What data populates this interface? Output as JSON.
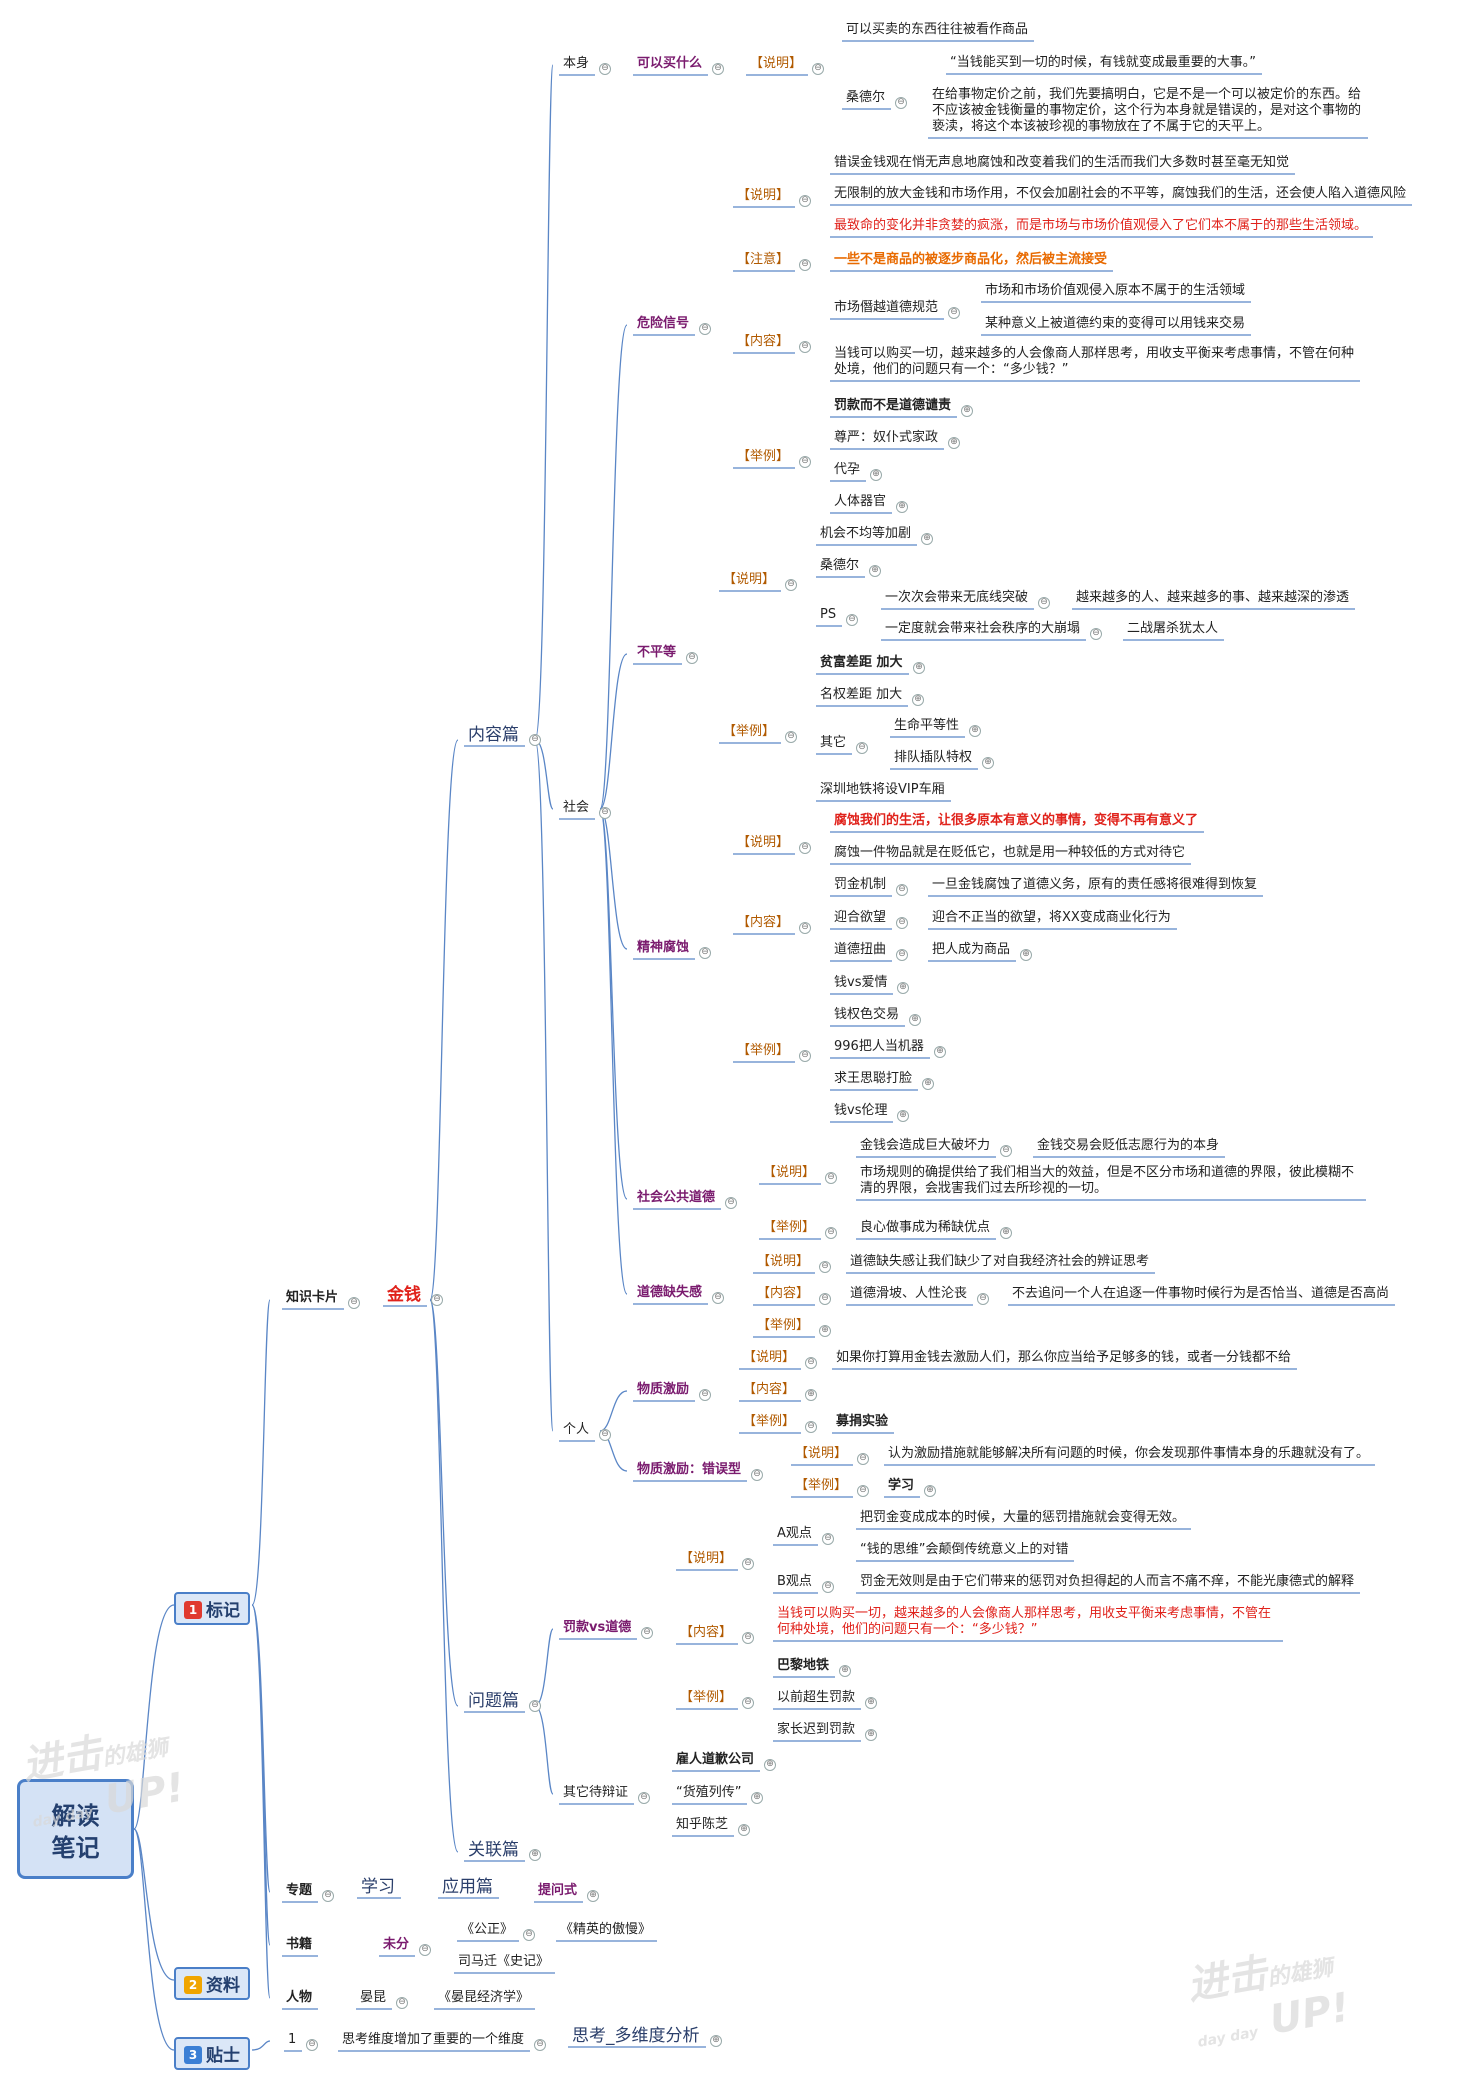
{
  "root": {
    "line1": "解读",
    "line2": "笔记"
  },
  "sections": {
    "s1": {
      "num": "1",
      "label": "标记"
    },
    "s2": {
      "num": "2",
      "label": "资料"
    },
    "s3": {
      "num": "3",
      "label": "贴士"
    }
  },
  "watermark": {
    "a": "进击",
    "b": "的雄狮",
    "c": "day day",
    "d": "UP!"
  },
  "markers": {
    "minus": "⊖",
    "plus": "⊕"
  },
  "labels": {
    "zskp": "知识卡片",
    "jinqian": "金钱",
    "nrp": "内容篇",
    "wtp": "问题篇",
    "glp": "关联篇",
    "zhuanti": "专题",
    "xuexi": "学习",
    "yyp": "应用篇",
    "twshi": "提问式",
    "shuji": "书籍",
    "weifen": "未分",
    "gongzheng": "《公正》",
    "jingying": "《精英的傲慢》",
    "simaqian": "司马迁《史记》",
    "renwu": "人物",
    "yankun": "晏昆",
    "yankunjj": "《晏昆经济学》",
    "tip_no": "1",
    "tip_text": "思考维度增加了重要的一个维度",
    "tip_link": "思考_多维度分析",
    "benshen": "本身",
    "kyms": "可以买什么",
    "sm": "【说明】",
    "zy": "【注意】",
    "nr": "【内容】",
    "jl": "【举例】",
    "b1": "可以买卖的东西往往被看作商品",
    "sde": "桑德尔",
    "b2": "“当钱能买到一切的时候，有钱就变成最重要的大事。”",
    "b3": "在给事物定价之前，我们先要搞明白，它是不是一个可以被定价的东西。给不应该被金钱衡量的事物定价，这个行为本身就是错误的，是对这个事物的亵渎，将这个本该被珍视的事物放在了不属于它的天平上。",
    "shehui": "社会",
    "wxxh": "危险信号",
    "w1": "错误金钱观在悄无声息地腐蚀和改变着我们的生活而我们大多数时甚至毫无知觉",
    "w2": "无限制的放大金钱和市场作用，不仅会加剧社会的不平等，腐蚀我们的生活，还会使人陷入道德风险",
    "w3": "最致命的变化并非贪婪的疯涨，而是市场与市场价值观侵入了它们本不属于的那些生活领域。",
    "w4": "一些不是商品的被逐步商品化，然后被主流接受",
    "scqsdd": "市场僭越道德规范",
    "w5": "市场和市场价值观侵入原本不属于的生活领域",
    "w6": "某种意义上被道德约束的变得可以用钱来交易",
    "w7": "当钱可以购买一切，越来越多的人会像商人那样思考，用收支平衡来考虑事情，不管在何种处境，他们的问题只有一个：“多少钱？”",
    "e1": "罚款而不是道德谴责",
    "e2": "尊严：奴仆式家政",
    "e3": "代孕",
    "e4": "人体器官",
    "bpd": "不平等",
    "i1": "机会不均等加剧",
    "ps": "PS",
    "i2": "一次次会带来无底线突破",
    "i3": "越来越多的人、越来越多的事、越来越深的渗透",
    "i4": "一定度就会带来社会秩序的大崩塌",
    "i5": "二战屠杀犹太人",
    "i6": "贫富差距 加大",
    "i7": "名权差距 加大",
    "qita": "其它",
    "i8": "生命平等性",
    "i9": "排队插队特权",
    "i10": "深圳地铁将设VIP车厢",
    "jsfs": "精神腐蚀",
    "f1": "腐蚀我们的生活，让很多原本有意义的事情，变得不再有意义了",
    "f2": "腐蚀一件物品就是在贬低它，也就是用一种较低的方式对待它",
    "fkjz": "罚金机制",
    "f3": "一旦金钱腐蚀了道德义务，原有的责任感将很难得到恢复",
    "yhyw": "迎合欲望",
    "f4": "迎合不正当的欲望，将XX变成商业化行为",
    "ddnq": "道德扭曲",
    "f5": "把人成为商品",
    "f6": "钱vs爱情",
    "f7": "钱权色交易",
    "f8": "996把人当机器",
    "f9": "求王思聪打脸",
    "f10": "钱vs伦理",
    "shggdd": "社会公共道德",
    "g1": "金钱会造成巨大破坏力",
    "g2": "金钱交易会贬低志愿行为的本身",
    "g3": "市场规则的确提供给了我们相当大的效益，但是不区分市场和道德的界限，彼此模糊不清的界限，会戕害我们过去所珍视的一切。",
    "g4": "良心做事成为稀缺优点",
    "ddqsg": "道德缺失感",
    "d1": "道德缺失感让我们缺少了对自我经济社会的辨证思考",
    "d2": "道德滑坡、人性沦丧",
    "d3": "不去追问一个人在追逐一件事物时候行为是否恰当、道德是否高尚",
    "geren": "个人",
    "wzjl": "物质激励",
    "p1": "如果你打算用金钱去激励人们，那么你应当给予足够多的钱，或者一分钱都不给",
    "p2": "募捐实验",
    "wzjlcw": "物质激励：错误型",
    "p3": "认为激励措施就能够解决所有问题的时候，你会发现那件事情本身的乐趣就没有了。",
    "p4": "学习",
    "fkvsdd": "罚款vs道德",
    "aguan": "A观点",
    "bguan": "B观点",
    "q1": "把罚金变成成本的时候，大量的惩罚措施就会变得无效。",
    "q2": "“钱的思维”会颠倒传统意义上的对错",
    "q3": "罚金无效则是由于它们带来的惩罚对负担得起的人而言不痛不痒，不能光康德式的解释",
    "q4": "当钱可以购买一切，越来越多的人会像商人那样思考，用收支平衡来考虑事情，不管在何种处境，他们的问题只有一个：“多少钱？”",
    "q5": "巴黎地铁",
    "q6": "以前超生罚款",
    "q7": "家长迟到罚款",
    "qtdbz": "其它待辩证",
    "o1": "雇人道歉公司",
    "o2": "“货殖列传”",
    "o3": "知乎陈芝"
  }
}
